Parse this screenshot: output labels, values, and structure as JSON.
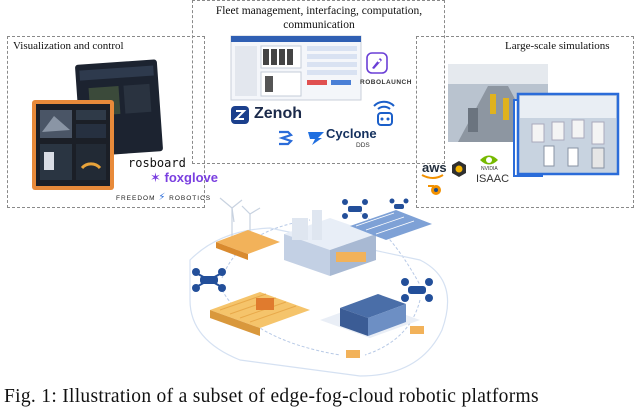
{
  "panels": {
    "visualization": {
      "title": "Visualization and control"
    },
    "fleet": {
      "title_line1": "Fleet management, interfacing, computation,",
      "title_line2": "communication"
    },
    "simulation": {
      "title": "Large-scale simulations"
    }
  },
  "logos": {
    "rosboard": "rosboard",
    "foxglove": "foxglove",
    "freedom_robotics": "FREEDOM",
    "freedom_robotics_2": "ROBOTICS",
    "robolaunch": "ROBOLAUNCH",
    "zenoh": "Zenoh",
    "cyclone": "Cyclone",
    "cyclone_dds": "DDS",
    "aws": "aws",
    "nvidia": "NVIDIA",
    "isaac": "ISAAC"
  },
  "caption": "Fig.  1:  Illustration  of  a  subset  of  edge-fog-cloud  robotic  platforms",
  "colors": {
    "accent_blue": "#2b6cd9",
    "foxglove_purple": "#7a3fe0",
    "aws_orange": "#f29100",
    "nvidia_green": "#76b900"
  }
}
